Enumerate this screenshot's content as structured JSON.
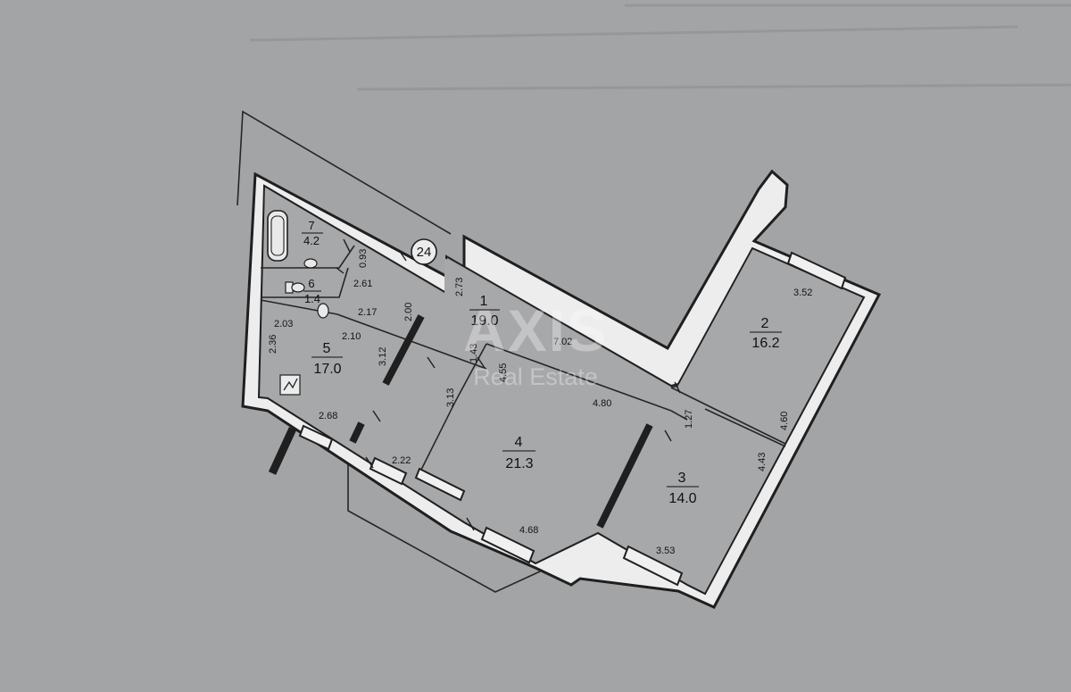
{
  "rooms": [
    {
      "number": "1",
      "area": "19.0"
    },
    {
      "number": "2",
      "area": "16.2"
    },
    {
      "number": "3",
      "area": "14.0"
    },
    {
      "number": "4",
      "area": "21.3"
    },
    {
      "number": "5",
      "area": "17.0"
    },
    {
      "number": "6",
      "area": "1.4"
    },
    {
      "number": "7",
      "area": "4.2"
    }
  ],
  "apartment_number": "24",
  "dimensions": [
    "0.93",
    "2.61",
    "2.17",
    "2.00",
    "2.73",
    "7.02",
    "2.03",
    "2.10",
    "2.36",
    "3.12",
    "1.43",
    "4.55",
    "3.13",
    "4.80",
    "1.27",
    "3.52",
    "4.60",
    "4.43",
    "2.68",
    "2.22",
    "4.68",
    "3.53"
  ],
  "watermark": {
    "logo": "AXIS",
    "subtitle": "Real Estate"
  }
}
